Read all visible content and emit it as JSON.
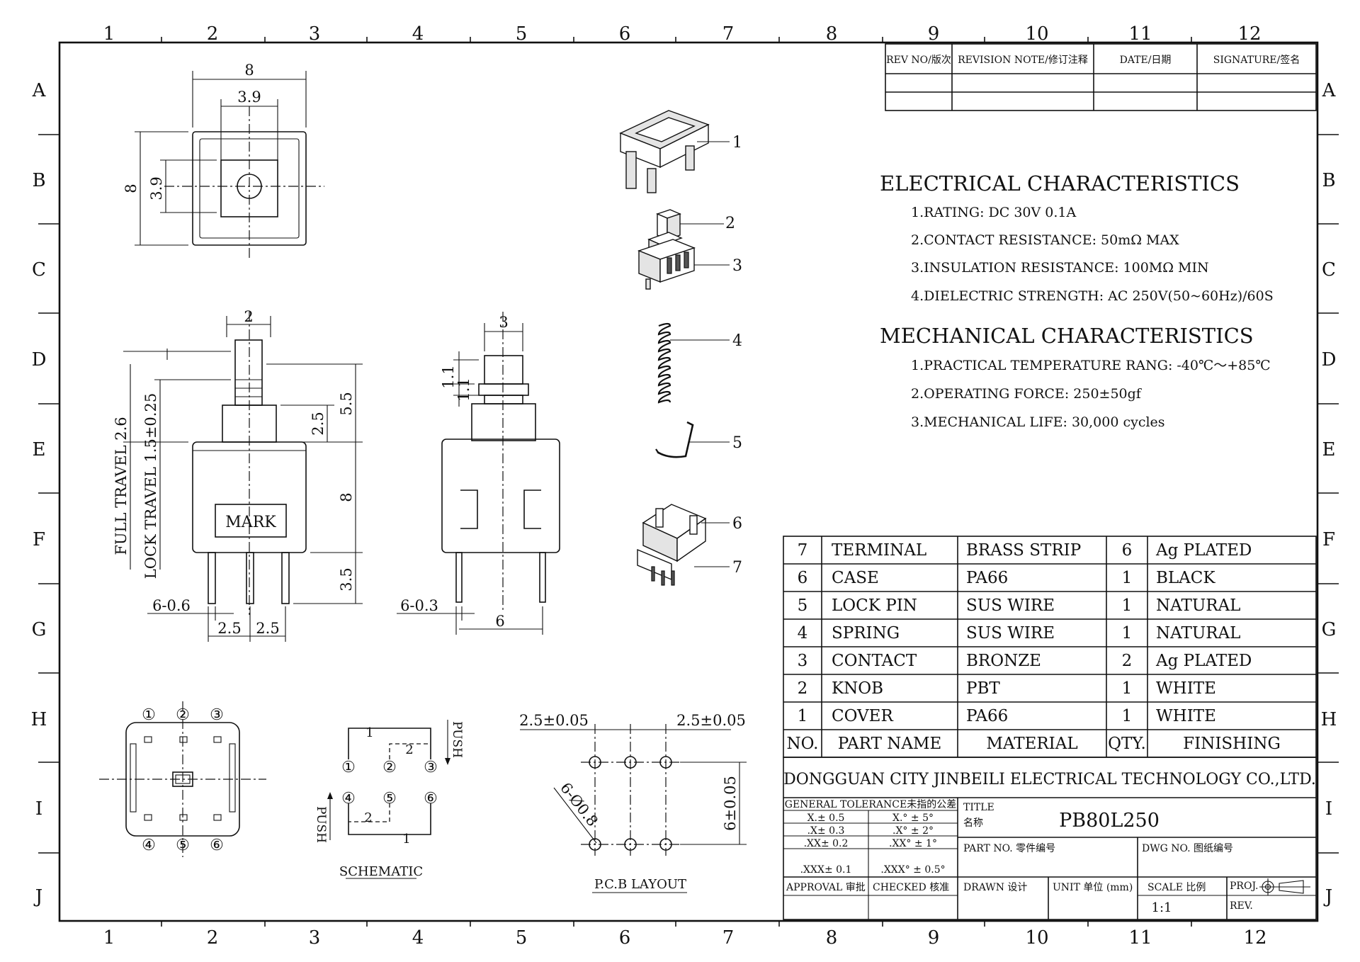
{
  "drawing": {
    "grid": {
      "columns": [
        "1",
        "2",
        "3",
        "4",
        "5",
        "6",
        "7",
        "8",
        "9",
        "10",
        "11",
        "12"
      ],
      "rows": [
        "A",
        "B",
        "C",
        "D",
        "E",
        "F",
        "G",
        "H",
        "I",
        "J"
      ]
    },
    "revision_table": {
      "headers": [
        "REV NO/版次",
        "REVISION NOTE/修订注释",
        "DATE/日期",
        "SIGNATURE/签名"
      ]
    },
    "electrical": {
      "title": "ELECTRICAL CHARACTERISTICS",
      "items": [
        "1.RATING: DC 30V 0.1A",
        "2.CONTACT RESISTANCE: 50mΩ MAX",
        "3.INSULATION RESISTANCE: 100MΩ MIN",
        "4.DIELECTRIC STRENGTH: AC 250V(50~60Hz)/60S"
      ]
    },
    "mechanical": {
      "title": "MECHANICAL CHARACTERISTICS",
      "items": [
        "1.PRACTICAL TEMPERATURE RANG: -40℃～+85℃",
        "2.OPERATING FORCE: 250±50gf",
        "3.MECHANICAL LIFE: 30,000 cycles"
      ]
    },
    "bom": {
      "rows": [
        {
          "no": "7",
          "name": "TERMINAL",
          "material": "BRASS STRIP",
          "qty": "6",
          "finish": "Ag PLATED"
        },
        {
          "no": "6",
          "name": "CASE",
          "material": "PA66",
          "qty": "1",
          "finish": "BLACK"
        },
        {
          "no": "5",
          "name": "LOCK PIN",
          "material": "SUS WIRE",
          "qty": "1",
          "finish": "NATURAL"
        },
        {
          "no": "4",
          "name": "SPRING",
          "material": "SUS WIRE",
          "qty": "1",
          "finish": "NATURAL"
        },
        {
          "no": "3",
          "name": "CONTACT",
          "material": "BRONZE",
          "qty": "2",
          "finish": "Ag PLATED"
        },
        {
          "no": "2",
          "name": "KNOB",
          "material": "PBT",
          "qty": "1",
          "finish": "WHITE"
        },
        {
          "no": "1",
          "name": "COVER",
          "material": "PA66",
          "qty": "1",
          "finish": "WHITE"
        }
      ],
      "header": {
        "no": "NO.",
        "name": "PART NAME",
        "material": "MATERIAL",
        "qty": "QTY.",
        "finish": "FINISHING"
      }
    },
    "title_block": {
      "company": "DONGGUAN CITY JINBEILI ELECTRICAL TECHNOLOGY CO.,LTD.",
      "tolerance_title": "GENERAL TOLERANCE未指的公差",
      "tolerances": [
        [
          "X.± 0.5",
          "X.° ± 5°"
        ],
        [
          ".X± 0.3",
          ".X° ± 2°"
        ],
        [
          ".XX± 0.2",
          ".XX° ± 1°"
        ],
        [
          ".XXX± 0.1",
          ".XXX° ± 0.5°"
        ]
      ],
      "title_label": "TITLE",
      "name_label": "名称",
      "title_value": "PB80L250",
      "part_no_label": "PART NO. 零件编号",
      "dwg_no_label": "DWG NO. 图纸编号",
      "approval_label": "APPROVAL 审批",
      "checked_label": "CHECKED 核准",
      "drawn_label": "DRAWN 设计",
      "unit_label": "UNIT 单位 (mm)",
      "scale_label": "SCALE 比例",
      "scale_value": "1:1",
      "proj_label": "PROJ.",
      "rev_label": "REV."
    },
    "views": {
      "top_dims": [
        "8",
        "3.9",
        "8",
        "3.9"
      ],
      "front_dims": [
        "2",
        "5.5",
        "2.5",
        "8",
        "3.5",
        "6-0.6",
        "2.5",
        "2.5"
      ],
      "front_travel": [
        "FULL TRAVEL 2.6",
        "LOCK TRAVEL 1.5±0.25"
      ],
      "mark": "MARK",
      "side_dims": [
        "3",
        "1.1",
        "1.1",
        "6-0.3",
        "6"
      ],
      "pin_numbers": [
        "①",
        "②",
        "③",
        "④",
        "⑤",
        "⑥"
      ],
      "schematic": {
        "label": "SCHEMATIC",
        "push": "PUSH",
        "top_pins": [
          "①",
          "②",
          "③"
        ],
        "bottom_pins": [
          "④",
          "⑤",
          "⑥"
        ],
        "position_numbers": [
          "1",
          "2",
          "2",
          "1"
        ]
      },
      "pcb": {
        "label": "P.C.B LAYOUT",
        "dims": [
          "2.5±0.05",
          "2.5±0.05",
          "6±0.05",
          "6-Ø0.8"
        ]
      },
      "exploded_callouts": [
        "1",
        "2",
        "3",
        "4",
        "5",
        "6",
        "7"
      ]
    }
  }
}
